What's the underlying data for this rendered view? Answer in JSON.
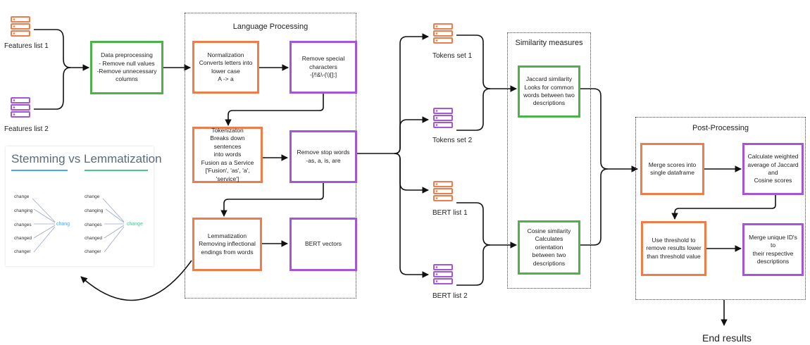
{
  "sources": {
    "features_list_1": "Features list 1",
    "features_list_2": "Features list 2"
  },
  "preprocessing": "Data preprocessing\n- Remove null values\n-Remove unnecessary\ncolumns",
  "language_processing": {
    "title": "Language Processing",
    "normalization": "Normalization\nConverts letters into\nlower case\nA -> a",
    "remove_special": "Remove special\ncharacters\n-[/!&\\-(\\)[]:]",
    "tokenization": "Tokenizaton\nBreaks down sentences\ninto words\nFusion as a Service\n['Fusion', 'as', 'a', 'service']",
    "stop_words": "Remove stop words\n-as, a, is, are",
    "lemmatization": "Lemmatization\nRemoving inflectional\nendings from words",
    "bert_vectors": "BERT vectors"
  },
  "stemming": {
    "title_left": "Stemming",
    "title_mid": "vs",
    "title_right": "Lemmatization",
    "words": [
      "change",
      "changing",
      "changes",
      "changed",
      "changer"
    ],
    "stem_result": "chang",
    "lemma_result": "change"
  },
  "outputs": {
    "tokens_set_1": "Tokens set 1",
    "tokens_set_2": "Tokens set 2",
    "bert_list_1": "BERT list 1",
    "bert_list_2": "BERT list 2"
  },
  "similarity": {
    "title": "Similarity measures",
    "jaccard": "Jaccard similarity\nLooks for common\nwords between two\ndescriptions",
    "cosine": "Cosine similarity\nCalculates orientation\nbetween two\ndescriptions"
  },
  "post_processing": {
    "title": "Post-Processing",
    "merge_scores": "Merge scores into\nsingle dataframe",
    "weighted_avg": "Calculate weighted\naverage of Jaccard and\nCosine scores",
    "threshold": "Use threshold to\nremove results lower\nthan threshold value",
    "merge_ids": "Merge unique ID's to\ntheir respective\ndescriptions"
  },
  "end_results": "End results",
  "colors": {
    "green": "#4db24a",
    "orange": "#ef7d4a",
    "purple": "#a356d8",
    "stem_blue": "#48a6e8",
    "lemma_green": "#46c58e"
  }
}
